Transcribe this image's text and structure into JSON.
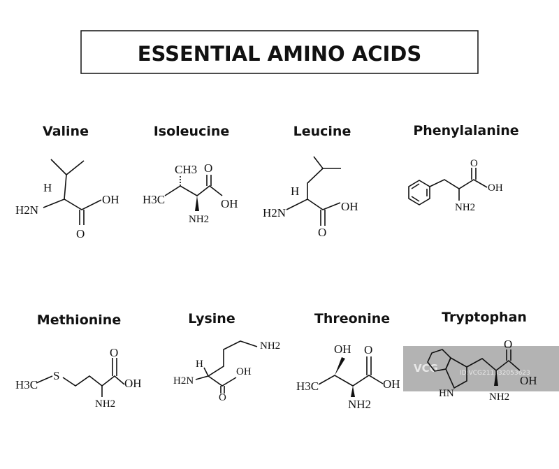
{
  "title": "ESSENTIAL AMINO ACIDS",
  "amino_acids": [
    {
      "name": "Valine",
      "labels": {
        "h": "H",
        "n": "H2N",
        "oh": "OH",
        "o": "O"
      }
    },
    {
      "name": "Isoleucine",
      "labels": {
        "ch3": "CH3",
        "h3c": "H3C",
        "o": "O",
        "oh": "OH",
        "n": "NH2"
      }
    },
    {
      "name": "Leucine",
      "labels": {
        "h": "H",
        "n": "H2N",
        "oh": "OH",
        "o": "O"
      }
    },
    {
      "name": "Phenylalanine",
      "labels": {
        "o": "O",
        "oh": "OH",
        "n": "NH2"
      }
    },
    {
      "name": "Methionine",
      "labels": {
        "h3c": "H3C",
        "s": "S",
        "o": "O",
        "oh": "OH",
        "n": "NH2"
      }
    },
    {
      "name": "Lysine",
      "labels": {
        "nh2": "NH2",
        "h": "H",
        "n": "H2N",
        "oh": "OH",
        "o": "O"
      }
    },
    {
      "name": "Threonine",
      "labels": {
        "oh1": "OH",
        "o": "O",
        "h3c": "H3C",
        "oh": "OH",
        "n": "NH2"
      }
    },
    {
      "name": "Tryptophan",
      "labels": {
        "hn": "HN",
        "o": "O",
        "oh": "OH",
        "n": "NH2"
      }
    }
  ],
  "watermark": {
    "logo": "VCG",
    "id": "ID:VCG211332053623"
  }
}
